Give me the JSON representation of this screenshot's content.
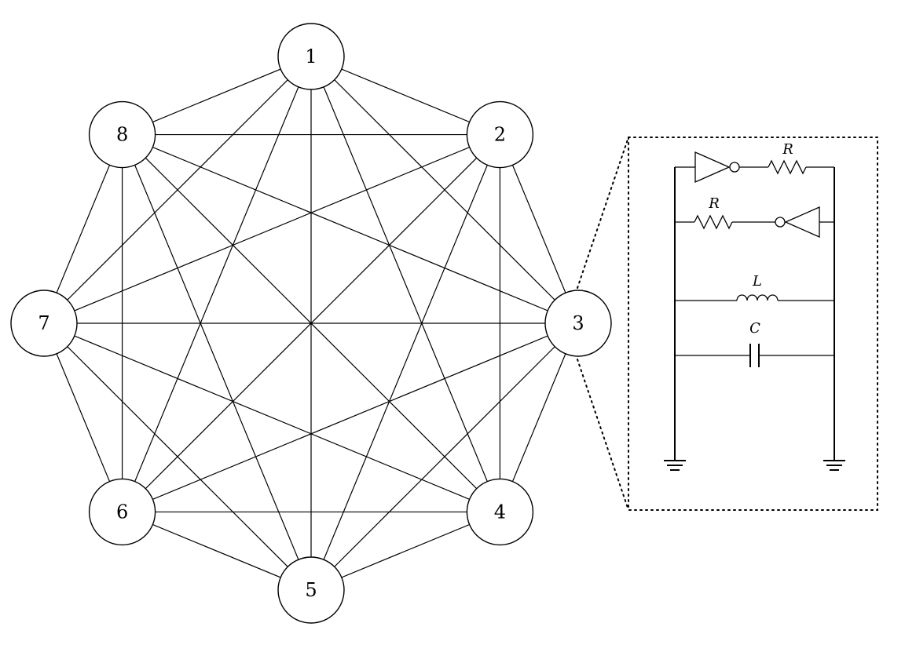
{
  "graph": {
    "nodes": [
      "1",
      "2",
      "3",
      "4",
      "5",
      "6",
      "7",
      "8"
    ],
    "complete": true
  },
  "circuit": {
    "resistor_top_label": "R",
    "resistor_mid_label": "R",
    "inductor_label": "L",
    "capacitor_label": "C"
  }
}
